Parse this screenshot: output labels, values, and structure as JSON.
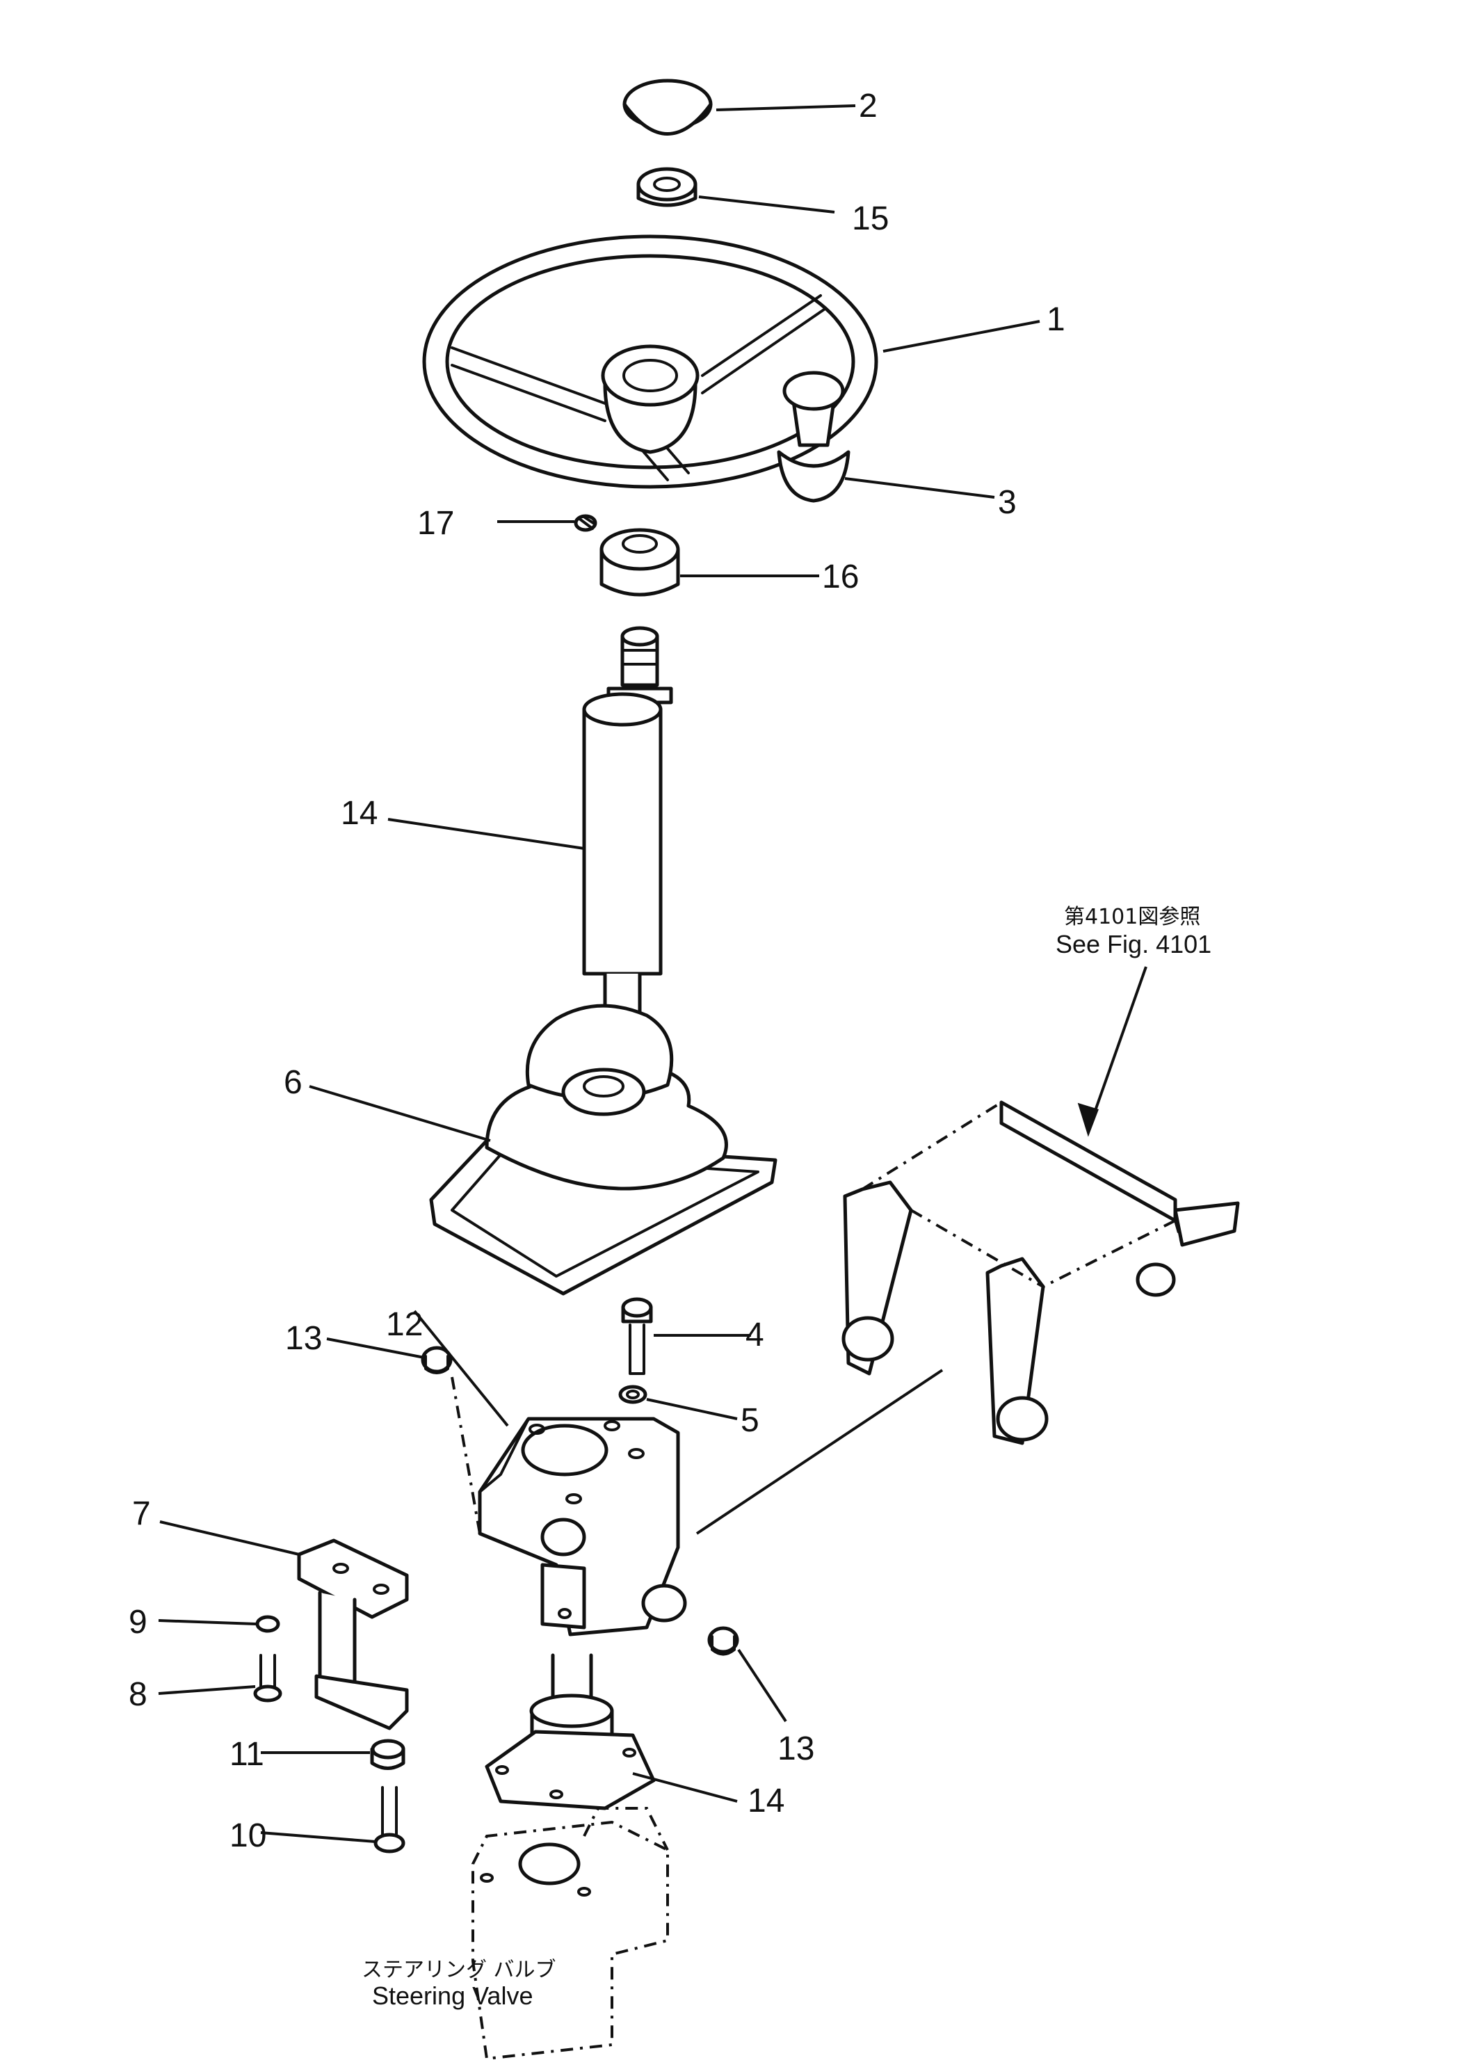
{
  "callouts": {
    "c1": "1",
    "c2": "2",
    "c3": "3",
    "c4": "4",
    "c5": "5",
    "c6": "6",
    "c7": "7",
    "c8": "8",
    "c9": "9",
    "c10": "10",
    "c11": "11",
    "c12": "12",
    "c13a": "13",
    "c13b": "13",
    "c14a": "14",
    "c14b": "14",
    "c15": "15",
    "c16": "16",
    "c17": "17"
  },
  "notes": {
    "ref_jp": "第4101図参照",
    "ref_en": "See Fig. 4101",
    "valve_jp": "ステアリング バルブ",
    "valve_en": "Steering Valve"
  }
}
